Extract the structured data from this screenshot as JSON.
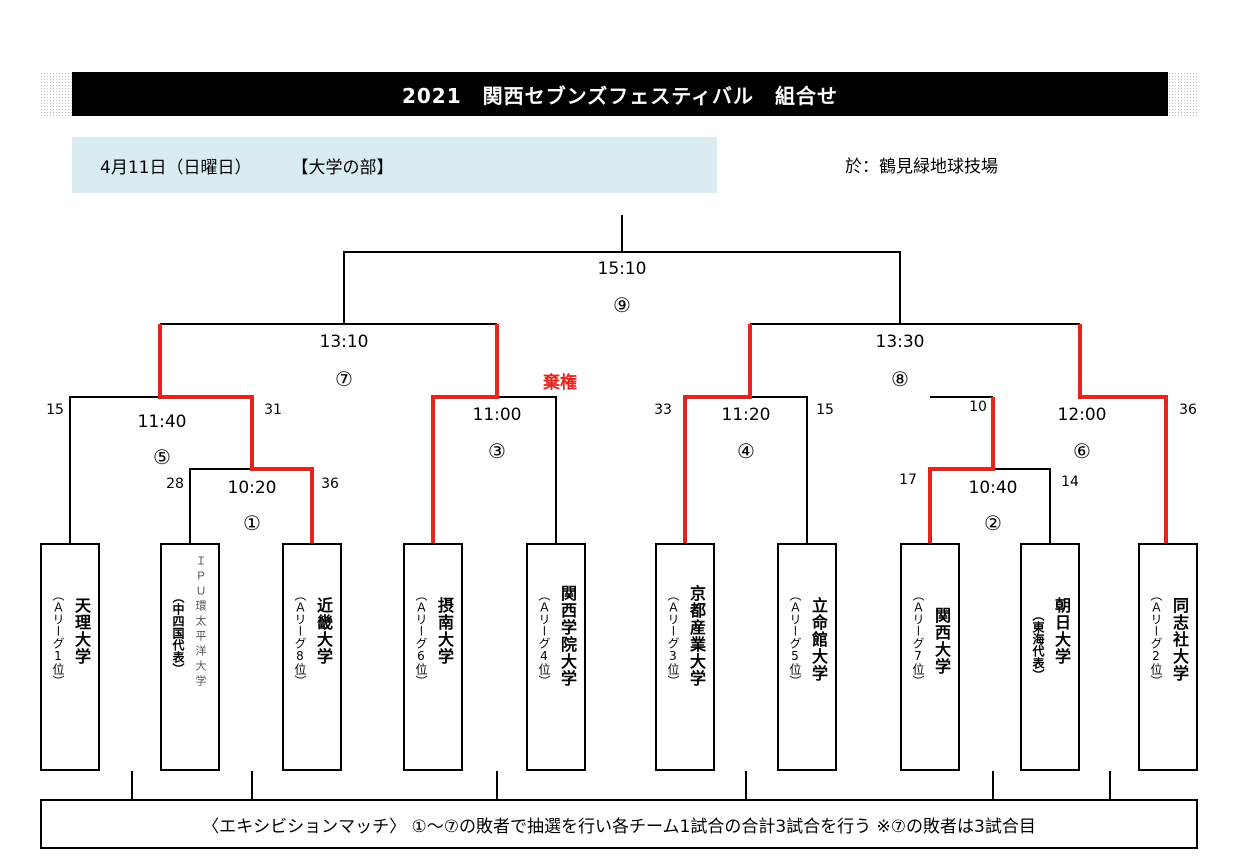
{
  "header": {
    "title": "2021　関西セブンズフェスティバル　組合せ",
    "date": "4月11日（日曜日）",
    "division": "【大学の部】",
    "venue": "於：鶴見緑地球技場"
  },
  "bracket": {
    "final": {
      "time": "15:10",
      "number": "⑨"
    },
    "semifinals": [
      {
        "time": "13:10",
        "number": "⑦",
        "note": "棄権"
      },
      {
        "time": "13:30",
        "number": "⑧"
      }
    ],
    "quarterfinals": [
      {
        "time": "11:40",
        "number": "⑤",
        "score_left": "15",
        "score_right": "31"
      },
      {
        "time": "11:00",
        "number": "③"
      },
      {
        "time": "11:20",
        "number": "④",
        "score_left": "33",
        "score_right": "15"
      },
      {
        "time": "12:00",
        "number": "⑥",
        "score_left": "10",
        "score_right": "36"
      }
    ],
    "first_round": [
      {
        "time": "10:20",
        "number": "①",
        "score_left": "28",
        "score_right": "36"
      },
      {
        "time": "10:40",
        "number": "②",
        "score_left": "17",
        "score_right": "14"
      }
    ]
  },
  "teams": [
    {
      "name": "天理大学",
      "sub": "（Ａリーグ1位）"
    },
    {
      "name": "ＩＰＵ環太平洋大学",
      "sub": "（中四国代表）"
    },
    {
      "name": "近畿大学",
      "sub": "（Ａリーグ8位）"
    },
    {
      "name": "摂南大学",
      "sub": "（Ａリーグ6位）"
    },
    {
      "name": "関西学院大学",
      "sub": "（Ａリーグ4位）"
    },
    {
      "name": "京都産業大学",
      "sub": "（Ａリーグ3位）"
    },
    {
      "name": "立命館大学",
      "sub": "（Ａリーグ5位）"
    },
    {
      "name": "関西大学",
      "sub": "（Ａリーグ7位）"
    },
    {
      "name": "朝日大学",
      "sub": "（東海代表）"
    },
    {
      "name": "同志社大学",
      "sub": "（Ａリーグ2位）"
    }
  ],
  "exhibition": "〈エキシビションマッチ〉 ①～⑦の敗者で抽選を行い各チーム1試合の合計3試合を行う ※⑦の敗者は3試合目",
  "colors": {
    "winner_line": "#e8231e",
    "title_bg": "#000000",
    "info_bg": "#d9ecf2"
  }
}
